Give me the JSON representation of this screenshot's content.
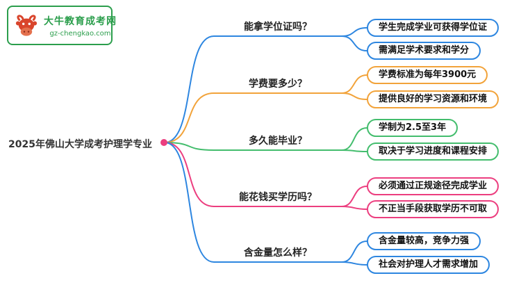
{
  "logo": {
    "title": "大牛教育成考网",
    "url": "gz-chengkao.com",
    "brand_color": "#2B9E4C",
    "ox_color": "#D9452C"
  },
  "root": {
    "label": "2025年佛山大学成考护理学专业",
    "dot_color": "#EC3E7F"
  },
  "branches": [
    {
      "label": "能拿学位证吗？",
      "color": "#2D86E0",
      "children": [
        "学生完成学业可获得学位证",
        "需满足学术要求和学分"
      ]
    },
    {
      "label": "学费要多少？",
      "color": "#F2A33A",
      "children": [
        "学费标准为每年3900元",
        "提供良好的学习资源和环境"
      ]
    },
    {
      "label": "多久能毕业？",
      "color": "#43BD6D",
      "children": [
        "学制为2.5至3年",
        "取决于学习进度和课程安排"
      ]
    },
    {
      "label": "能花钱买学历吗？",
      "color": "#EC3E7F",
      "children": [
        "必须通过正规途径完成学业",
        "不正当手段获取学历不可取"
      ]
    },
    {
      "label": "含金量怎么样？",
      "color": "#2D86E0",
      "children": [
        "含金量较高，竞争力强",
        "社会对护理人才需求增加"
      ]
    }
  ]
}
